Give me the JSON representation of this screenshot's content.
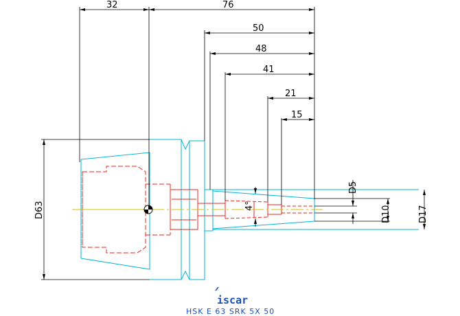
{
  "dimensions": {
    "d32": "32",
    "d76": "76",
    "d50": "50",
    "d48": "48",
    "d41": "41",
    "d21": "21",
    "d15": "15",
    "angle": "4°",
    "dia63": "D63",
    "dia5": "D5",
    "dia10": "D10",
    "dia17": "D17"
  },
  "logo": {
    "text": "iscar"
  },
  "caption": "HSK E 63 SRK 5X 50",
  "colors": {
    "outline": "#00b4d8",
    "hidden": "#e8251f",
    "dimension": "#000000",
    "centerline": "#d4c400",
    "logo": "#1a4fb5"
  }
}
